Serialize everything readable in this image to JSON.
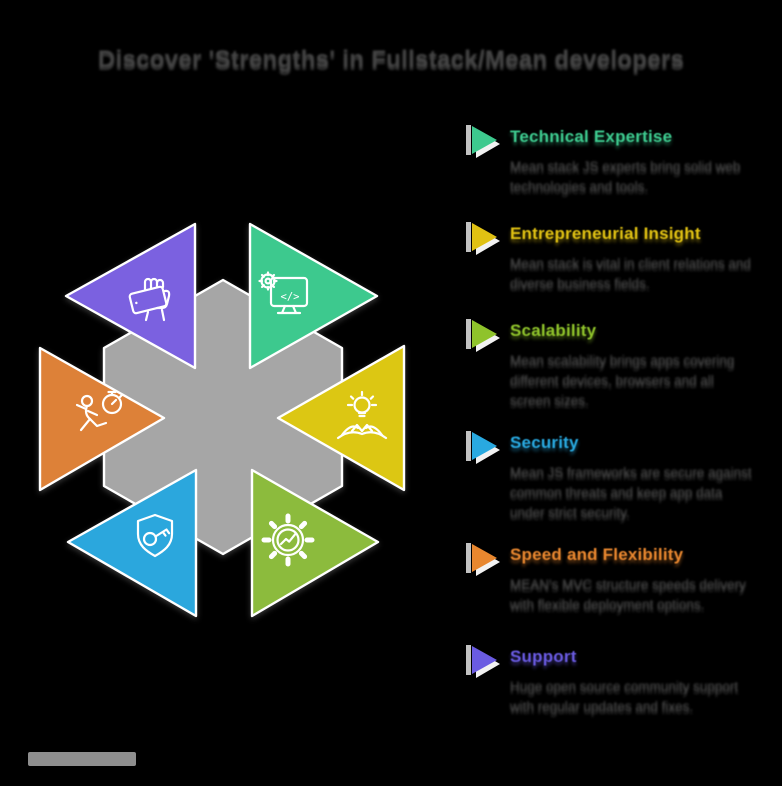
{
  "title": "Discover 'Strengths' in Fullstack/Mean developers",
  "colors": {
    "background": "#000000",
    "hexagon_gray": "#a6a6a6",
    "title_text": "#454545",
    "body_text": "#4b4b4b",
    "purple": "#7b61e0",
    "green": "#3dc98e",
    "orange": "#dd8138",
    "yellow": "#dcc713",
    "blue": "#2ba7dd",
    "olive": "#8cbb3d"
  },
  "diagram": {
    "center_shape": "gray-hexagon-asterisk",
    "code_glyph": "</>",
    "segments": [
      {
        "name": "support",
        "color": "#7b61e0",
        "icon": "fist-phone-icon"
      },
      {
        "name": "technical-expertise",
        "color": "#3dc98e",
        "icon": "monitor-code-icon"
      },
      {
        "name": "speed-and-flexibility",
        "color": "#dd8138",
        "icon": "runner-stopwatch-icon"
      },
      {
        "name": "entrepreneurial-insight",
        "color": "#dcc713",
        "icon": "person-lightbulb-icon"
      },
      {
        "name": "security",
        "color": "#2ba7dd",
        "icon": "shield-key-icon"
      },
      {
        "name": "scalability",
        "color": "#8cbb3d",
        "icon": "gear-chart-icon"
      }
    ]
  },
  "legend": {
    "items": [
      {
        "title": "Technical Expertise",
        "color": "#3dc98e",
        "description": "Mean stack JS experts bring solid web technologies and tools."
      },
      {
        "title": "Entrepreneurial Insight",
        "color": "#e0c113",
        "description": "Mean stack is vital in client relations and diverse business fields."
      },
      {
        "title": "Scalability",
        "color": "#8fc32b",
        "description": "Mean scalability brings apps covering different devices, browsers and all screen sizes."
      },
      {
        "title": "Security",
        "color": "#29a9e0",
        "description": "Mean JS frameworks are secure against common threats and keep app data under strict security."
      },
      {
        "title": "Speed and Flexibility",
        "color": "#e8872f",
        "description": "MEAN's MVC structure speeds delivery with flexible deployment options."
      },
      {
        "title": "Support",
        "color": "#6a5be2",
        "description": "Huge open source community support with regular updates and fixes."
      }
    ]
  }
}
